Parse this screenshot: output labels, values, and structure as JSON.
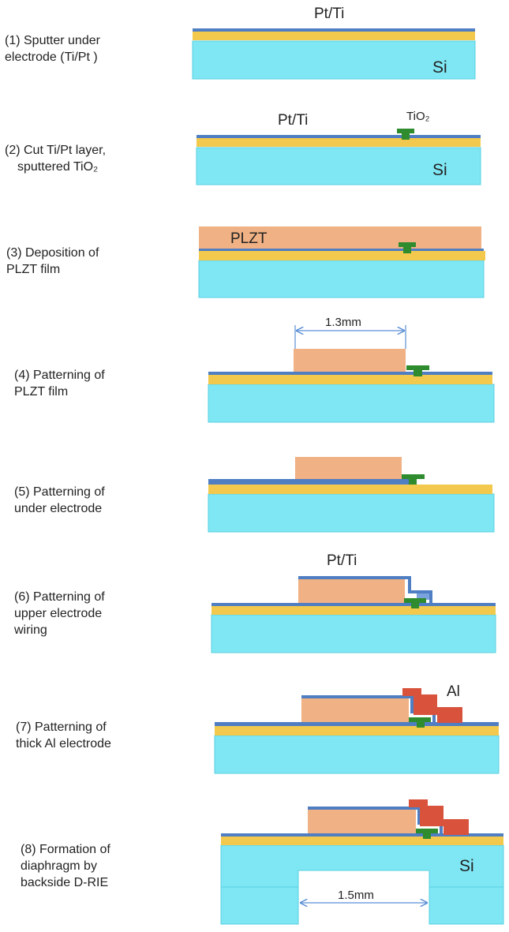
{
  "colors": {
    "silicon": "#7FE7F4",
    "silicon_edge": "#58cfe0",
    "electrode": "#4F7EC3",
    "adhesion": "#F2C94C",
    "plzt": "#F0B184",
    "tio2": "#2E8B2E",
    "aluminum": "#D9533C"
  },
  "steps": [
    {
      "lines": [
        "(1) Sputter under",
        "electrode (Ti/Pt )"
      ]
    },
    {
      "lines": [
        "(2) Cut Ti/Pt layer,",
        "sputtered TiO₂"
      ]
    },
    {
      "lines": [
        "(3) Deposition of",
        "PLZT film"
      ]
    },
    {
      "lines": [
        "(4) Patterning of",
        "PLZT film"
      ]
    },
    {
      "lines": [
        "(5) Patterning of",
        "under electrode"
      ]
    },
    {
      "lines": [
        "(6) Patterning of",
        "upper electrode",
        "wiring"
      ]
    },
    {
      "lines": [
        "(7) Patterning of",
        "thick Al electrode"
      ]
    },
    {
      "lines": [
        "(8) Formation of",
        "diaphragm by",
        "backside D-RIE"
      ]
    }
  ],
  "annotations": {
    "s1_top": "Pt/Ti",
    "s1_substrate": "Si",
    "s2_electrode": "Pt/Ti",
    "s2_tio2": "TiO₂",
    "s2_substrate": "Si",
    "s3_film": "PLZT",
    "s4_dimension": "1.3mm",
    "s6_electrode": "Pt/Ti",
    "s7_metal": "Al",
    "s8_substrate": "Si",
    "s8_dimension": "1.5mm"
  }
}
